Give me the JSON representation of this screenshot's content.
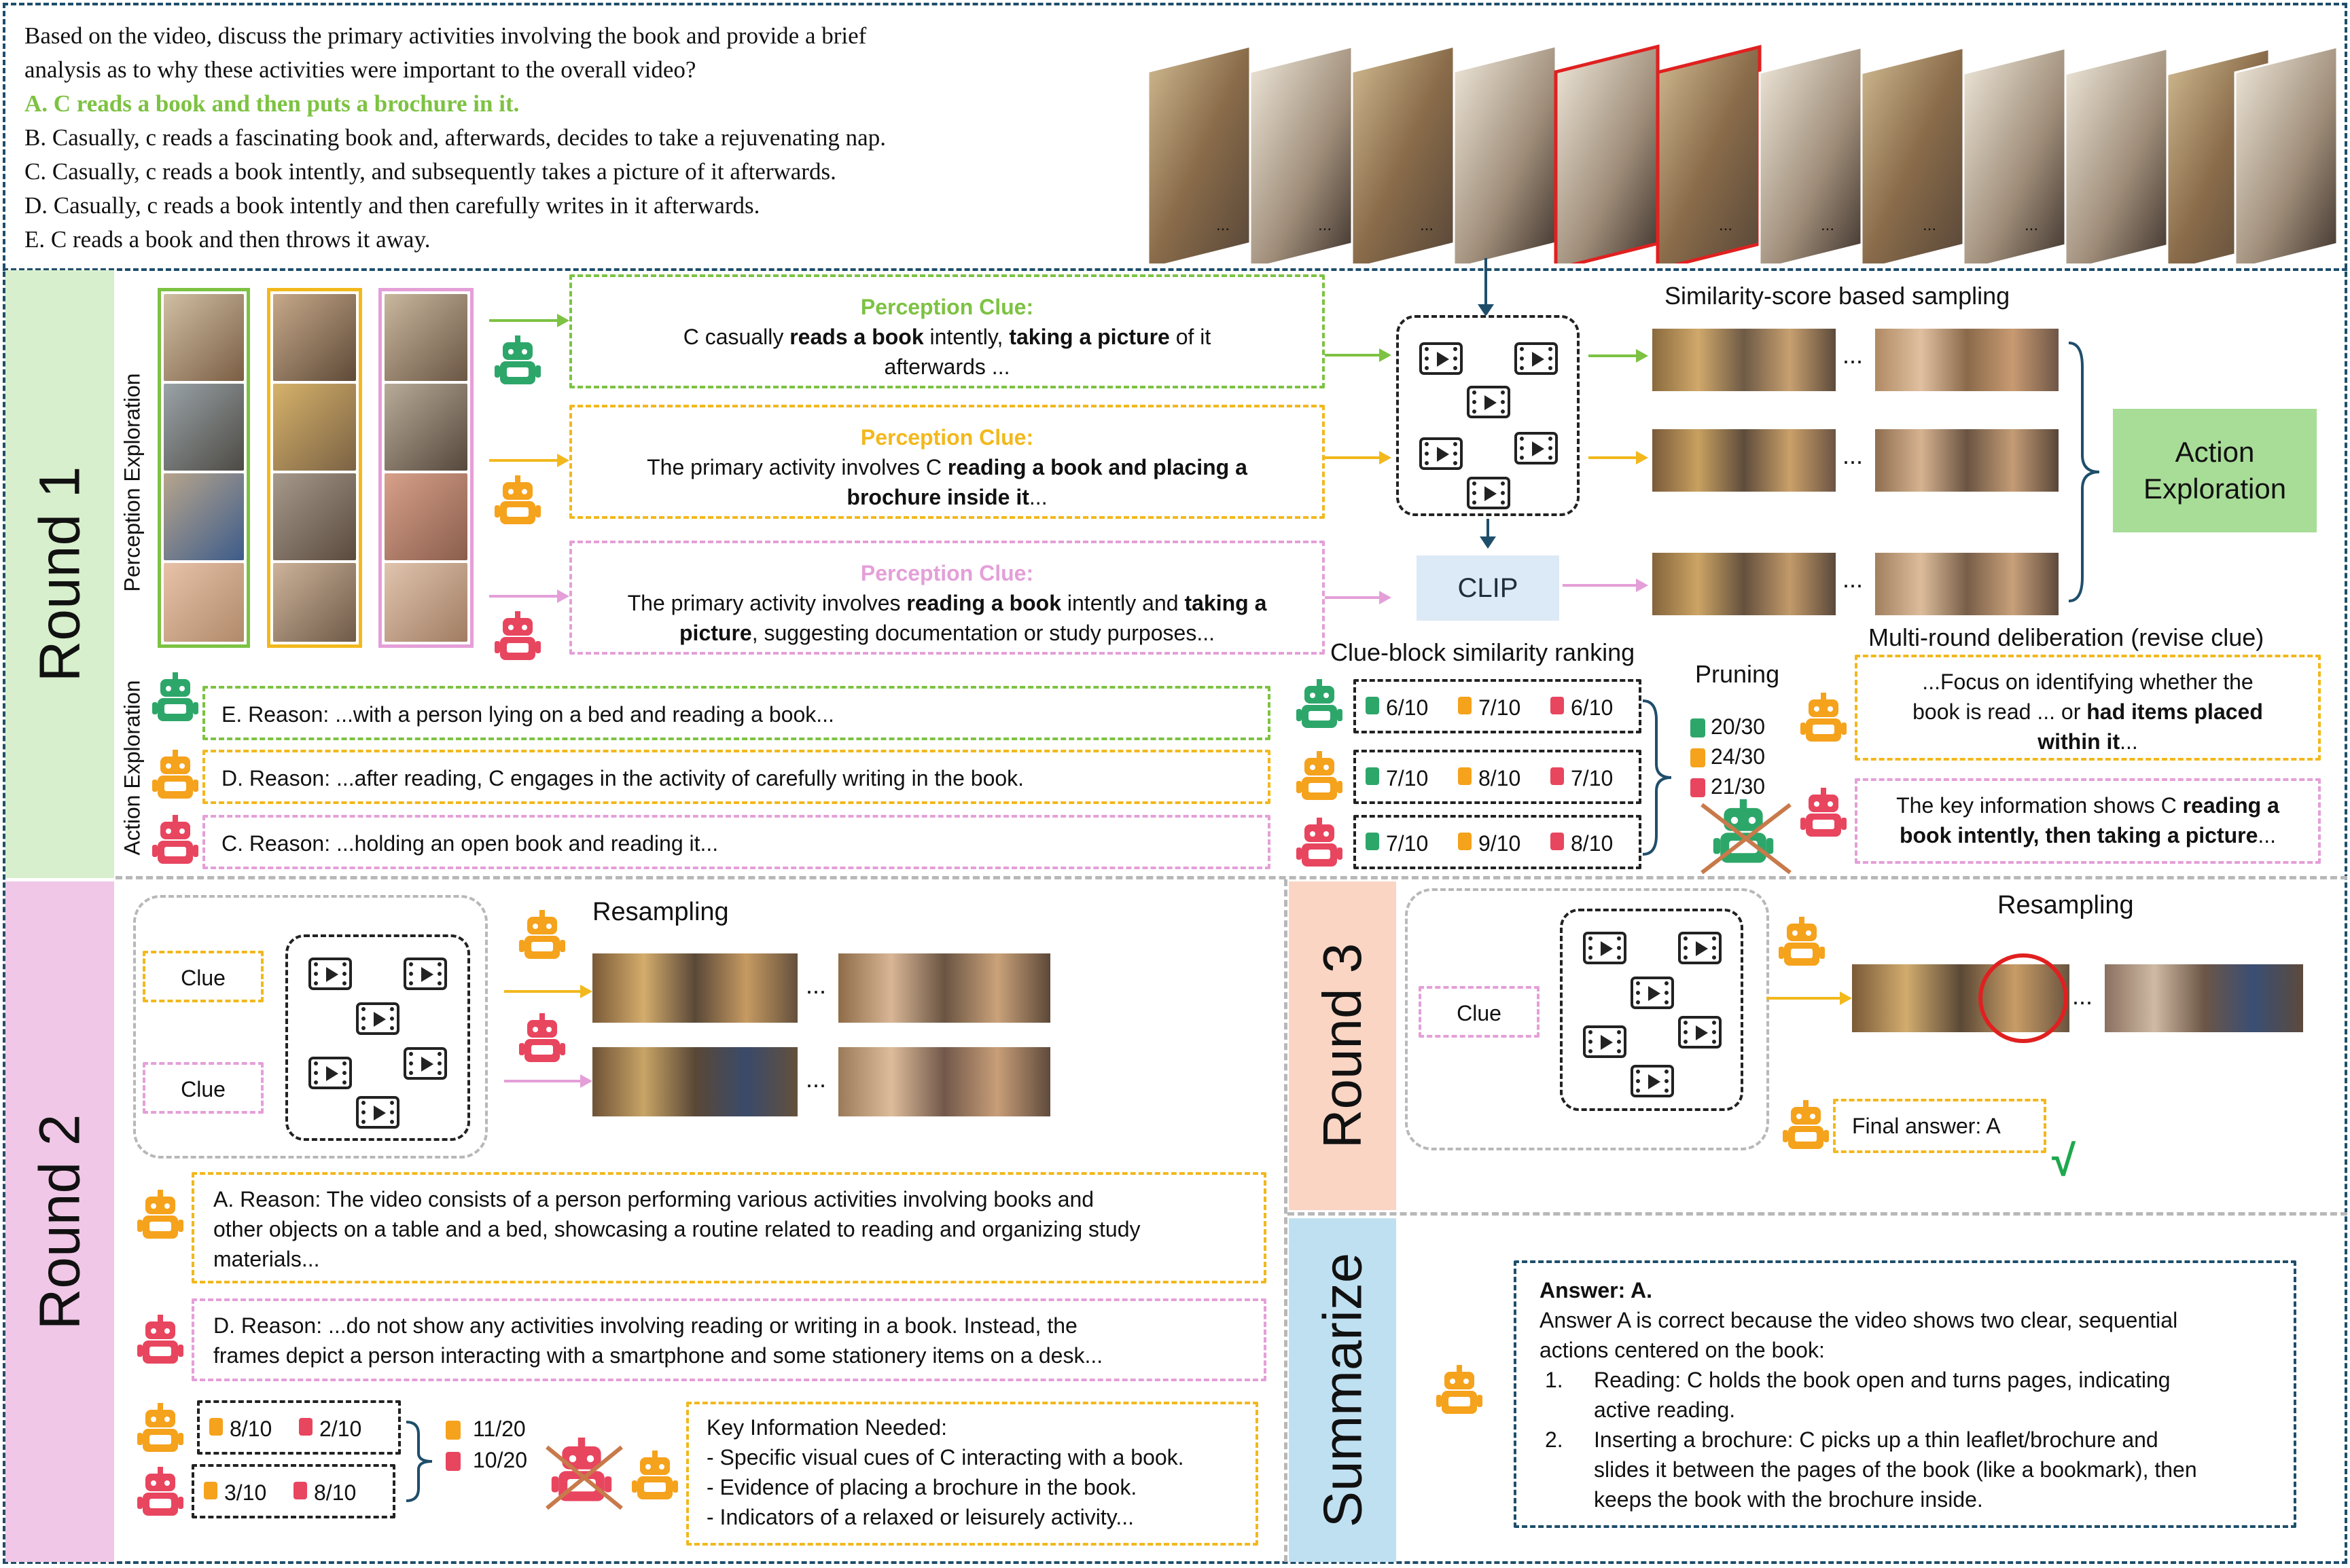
{
  "question": {
    "text_line1": "Based on the video, discuss the primary activities involving the book and provide a brief",
    "text_line2": "analysis as to why these activities were important to the overall video?",
    "options": [
      "A. C reads a book and then puts a brochure in it.",
      "B. Casually, c reads a fascinating book and, afterwards, decides to take a rejuvenating nap.",
      "C. Casually, c reads a book intently, and subsequently takes a picture of it afterwards.",
      "D. Casually, c reads a book intently and then carefully writes in it afterwards.",
      "E. C reads a book and then throws it away."
    ],
    "ellipsis": "..."
  },
  "round1": {
    "label": "Round 1",
    "perception_exploration": "Perception Exploration",
    "action_exploration": "Action Exploration",
    "clue_title": "Perception Clue:",
    "clues": [
      {
        "a": "C casually ",
        "b": "reads a book",
        "c": " intently, ",
        "d": "taking a picture",
        "e": " of it",
        "line2": "afterwards ..."
      },
      {
        "a": "The primary activity involves C ",
        "b": "reading a book and placing a",
        "line2_b": "brochure inside it",
        "line2_c": "..."
      },
      {
        "a": "The primary activity involves ",
        "b": "reading a book",
        "c": " intently and ",
        "d": "taking a",
        "line2_b": "picture",
        "line2_c": ", suggesting documentation or study purposes..."
      }
    ],
    "sampling_title": "Similarity-score based sampling",
    "clip_label": "CLIP",
    "action_exploration_box": "Action\nExploration",
    "action_box_line1": "Action",
    "action_box_line2": "Exploration",
    "ellipsis": "...",
    "reasons": [
      "E. Reason: ...with a person lying on a bed and reading a book...",
      "D. Reason: ...after reading, C engages in the activity of carefully writing in the book.",
      "C. Reason: ...holding an open book and reading it..."
    ],
    "ranking_title": "Clue-block similarity ranking",
    "ranking_rows": [
      [
        "6/10",
        "7/10",
        "6/10"
      ],
      [
        "7/10",
        "8/10",
        "7/10"
      ],
      [
        "7/10",
        "9/10",
        "8/10"
      ]
    ],
    "pruning_title": "Pruning",
    "pruning_scores": [
      "20/30",
      "24/30",
      "21/30"
    ],
    "deliberation_title": "Multi-round deliberation (revise clue)",
    "deliberation_1": {
      "l1": "...Focus on identifying whether the",
      "l2": "book is read ... or ",
      "l2b": "had items placed",
      "l3b": "within it",
      "l3c": "..."
    },
    "deliberation_2": {
      "l1": "The key information shows C ",
      "l1b": "reading a",
      "l2b": "book intently, then taking a picture",
      "l2c": "..."
    }
  },
  "round2": {
    "label": "Round 2",
    "clue_label": "Clue",
    "resampling": "Resampling",
    "ellipsis": "...",
    "reason_a": [
      "A. Reason:  The video consists of a person performing various activities involving books and",
      "other objects on a table and a bed, showcasing a routine related to reading and organizing study",
      "materials..."
    ],
    "reason_d": [
      "D. Reason: ...do not show any activities involving reading or writing in a book. Instead, the",
      "frames depict a person interacting with a smartphone and some stationery items on a desk..."
    ],
    "scores": [
      [
        "8/10",
        "2/10"
      ],
      [
        "3/10",
        "8/10"
      ]
    ],
    "totals": [
      "11/20",
      "10/20"
    ],
    "key_info": [
      "Key Information Needed:",
      "- Specific visual cues of C interacting with a book.",
      "- Evidence of placing a brochure in the book.",
      "- Indicators of a relaxed or leisurely activity..."
    ]
  },
  "round3": {
    "label": "Round 3",
    "clue_label": "Clue",
    "resampling": "Resampling",
    "ellipsis": "...",
    "final_answer": "Final answer: A",
    "check": "√"
  },
  "summarize": {
    "label": "Summarize",
    "answer_title": "Answer: A.",
    "lines": [
      "Answer A is correct because the video shows two clear, sequential",
      "actions centered on the book:"
    ],
    "item1_num": "1.",
    "item1": [
      "Reading: C holds the book open and turns pages, indicating",
      "active reading."
    ],
    "item2_num": "2.",
    "item2": [
      "Inserting a brochure: C picks up a thin leaflet/brochure and",
      "slides it between the pages of the book (like a bookmark), then",
      "keeps the book with the brochure inside."
    ]
  },
  "colors": {
    "green": "#7dc242",
    "green_bot": "#2da66a",
    "yellow": "#f2b81c",
    "orange_bot": "#f5a21c",
    "pink": "#e49fd8",
    "red_bot": "#e8455f",
    "navy": "#1f4e6b",
    "round1_bg": "#d7efcc",
    "round2_bg": "#f0c7e6",
    "round3_bg": "#fad5c4",
    "summ_bg": "#bfe0f1",
    "clip_bg": "#dce9f6",
    "action_bg": "#a8dd97"
  }
}
